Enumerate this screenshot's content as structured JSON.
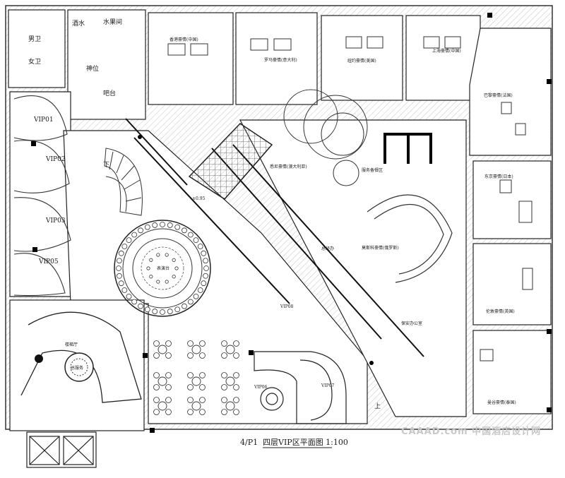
{
  "plan": {
    "title": "四层VIP区平面图 1:100",
    "sheet_ref": "4/P1",
    "watermark": "CAAAD.com 中国酒店设计网",
    "level_mark": "±0.95",
    "stair_down": "下",
    "stair_up": "上"
  },
  "rooms": {
    "male_wc": "男卫",
    "female_wc": "女卫",
    "wine": "酒水",
    "fruit": "水果间",
    "shrine": "神位",
    "bar": "吧台",
    "vip01": "VIP01",
    "vip02": "VIP02",
    "vip03": "VIP03",
    "vip05": "VIP05",
    "vip06": "VIP06",
    "vip07": "VIP07",
    "vip08": "VIP08",
    "front_desk": "表演台",
    "lobby": "楼梯厅",
    "reception": "总服务",
    "hongkong": "香港豪情(中国)",
    "japan": "罗马豪情(意大利)",
    "russia": "纽约豪情(美国)",
    "shanghai": "上海豪情(中国)",
    "paris": "巴黎豪情(法国)",
    "tokyo": "东京豪情(日本)",
    "london": "伦敦豪情(英国)",
    "bangkok": "曼谷豪情(泰国)",
    "moscow": "莫斯科豪情(俄罗斯)",
    "sydney": "悉尼豪情(澳大利亚)",
    "manager": "总经办",
    "office": "保安办公室",
    "service": "服务备餐区"
  }
}
